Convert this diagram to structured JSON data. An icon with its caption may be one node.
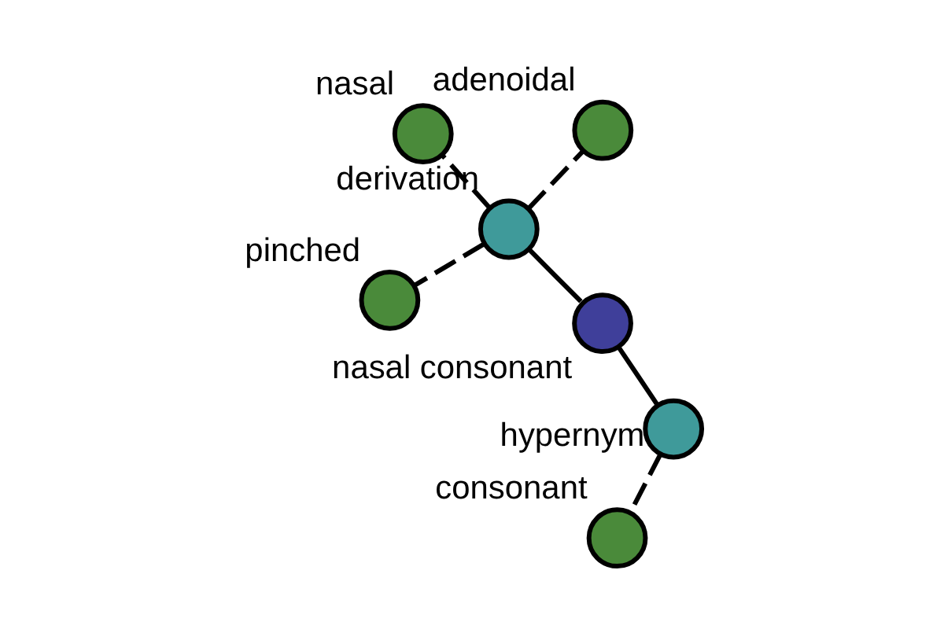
{
  "diagram": {
    "nodes": [
      {
        "text": [
          "adenoidal"
        ]
      },
      {
        "text": [
          "nasal"
        ]
      },
      {
        "text": [
          "derivation"
        ]
      },
      {
        "text": [
          "nasal consonant"
        ]
      },
      {
        "text": [
          "pinched"
        ]
      },
      {
        "text": [
          "hypernym"
        ]
      },
      {
        "text": [
          "consonant"
        ]
      }
    ],
    "edges": [
      {
        "from": 3,
        "to": 2,
        "arrow": "none"
      },
      {
        "from": 3,
        "to": 5,
        "arrow": "none"
      },
      {
        "from": 2,
        "to": 0,
        "arrow": "none",
        "style": "dashed"
      },
      {
        "from": 2,
        "to": 1,
        "arrow": "none",
        "style": "dashed"
      },
      {
        "from": 2,
        "to": 4,
        "arrow": "none",
        "style": "dashed"
      },
      {
        "from": 5,
        "to": 6,
        "arrow": "none",
        "style": "dashed"
      }
    ]
  }
}
